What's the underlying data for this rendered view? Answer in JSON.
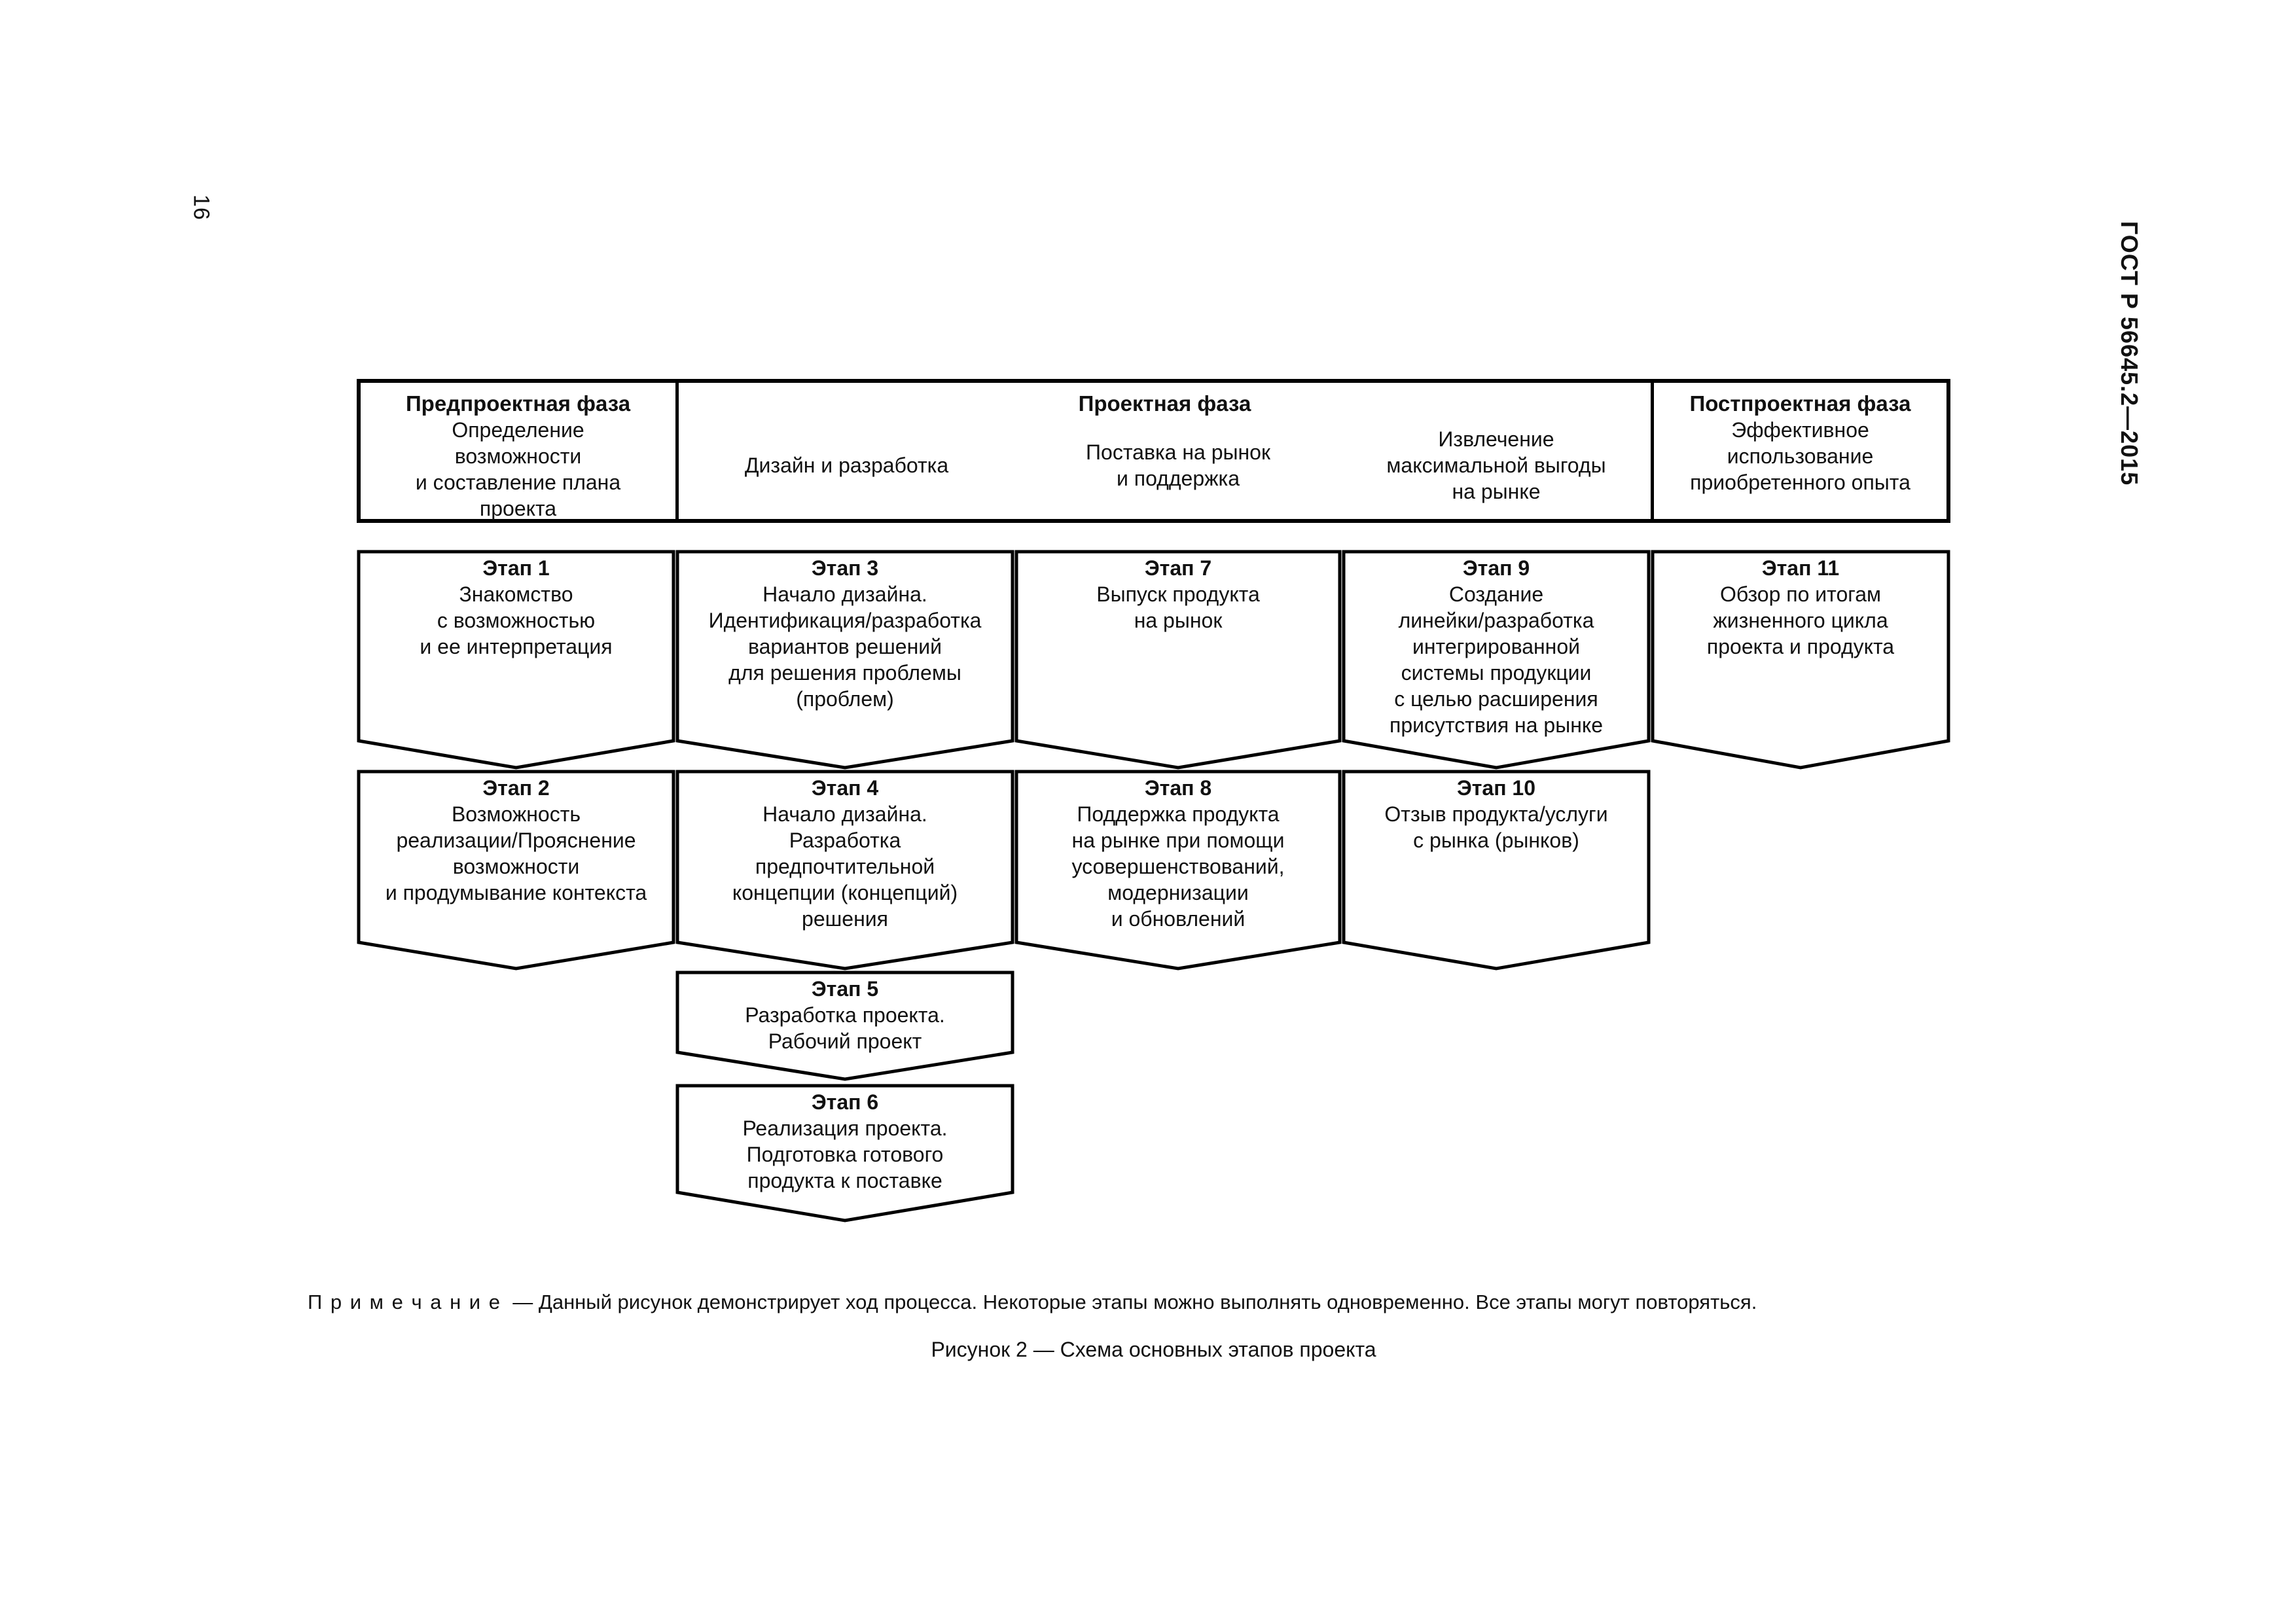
{
  "page": {
    "number": "16",
    "doc_code": "ГОСТ Р 56645.2—2015"
  },
  "phases": {
    "pre": {
      "title": "Предпроектная фаза",
      "body": "Определение\nвозможности\nи составление плана\nпроекта"
    },
    "project": {
      "title": "Проектная фаза",
      "columns": [
        "Дизайн и разработка",
        "Поставка на рынок\nи поддержка",
        "Извлечение\nмаксимальной выгоды\nна рынке"
      ]
    },
    "post": {
      "title": "Постпроектная фаза",
      "body": "Эффективное\nиспользование\nприобретенного опыта"
    }
  },
  "stages": [
    {
      "title": "Этап 1",
      "body": "Знакомство\nс возможностью\nи ее интерпретация"
    },
    {
      "title": "Этап 2",
      "body": "Возможность\nреализации/Прояснение\nвозможности\nи продумывание контекста"
    },
    {
      "title": "Этап 3",
      "body": "Начало дизайна.\nИдентификация/разработка\nвариантов решений\nдля решения проблемы\n(проблем)"
    },
    {
      "title": "Этап 4",
      "body": "Начало дизайна.\nРазработка\nпредпочтительной\nконцепции (концепций)\nрешения"
    },
    {
      "title": "Этап 5",
      "body": "Разработка проекта.\nРабочий проект"
    },
    {
      "title": "Этап 6",
      "body": "Реализация проекта.\nПодготовка готового\nпродукта к поставке"
    },
    {
      "title": "Этап 7",
      "body": "Выпуск продукта\nна рынок"
    },
    {
      "title": "Этап 8",
      "body": "Поддержка продукта\nна рынке при помощи\nусовершенствований,\nмодернизации\nи обновлений"
    },
    {
      "title": "Этап 9",
      "body": "Создание\nлинейки/разработка\nинтегрированной\nсистемы продукции\nс целью расширения\nприсутствия на рынке"
    },
    {
      "title": "Этап 10",
      "body": "Отзыв продукта/услуги\nс рынка (рынков)"
    },
    {
      "title": "Этап 11",
      "body": "Обзор по итогам\nжизненного цикла\nпроекта и продукта"
    }
  ],
  "note": {
    "label": "П р и м е ч а н и е",
    "text": "—  Данный рисунок демонстрирует ход процесса. Некоторые этапы можно выполнять одновременно. Все этапы могут повторяться."
  },
  "caption": "Рисунок 2 — Схема основных этапов проекта"
}
